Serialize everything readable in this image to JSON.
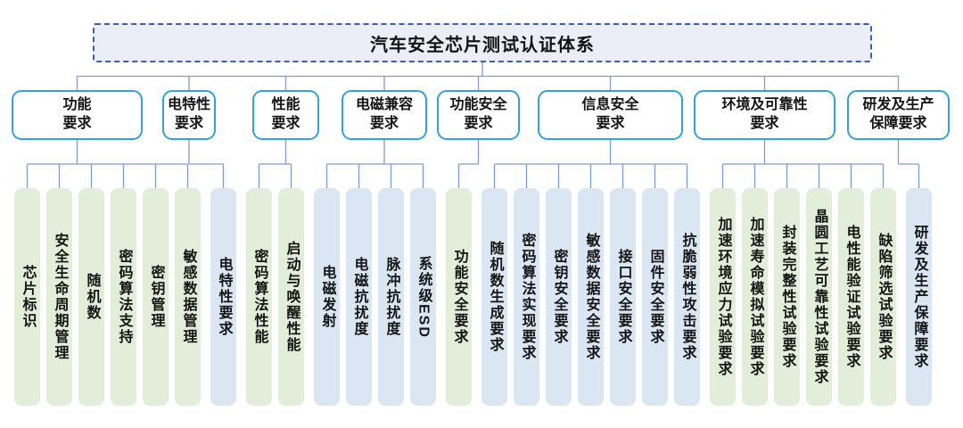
{
  "title": "汽车安全芯片测试认证体系",
  "palette": {
    "title_fill": "#ebedf7",
    "title_border": "#3f5f9e",
    "branch_border": "#35a0d9",
    "leaf_green": "#e3eeda",
    "leaf_blue": "#dbe6f3",
    "connector": "#7f9ccb"
  },
  "groups": [
    {
      "label_line1": "功能",
      "label_line2": "要求",
      "color": "green",
      "children": [
        "芯片标识",
        "安全生命周期管理",
        "随机数",
        "密码算法支持",
        "密钥管理",
        "敏感数据管理"
      ]
    },
    {
      "label_line1": "电特性",
      "label_line2": "要求",
      "color": "blue",
      "children": [
        "电特性要求"
      ]
    },
    {
      "label_line1": "性能",
      "label_line2": "要求",
      "color": "green",
      "children": [
        "密码算法性能",
        "启动与唤醒性能"
      ]
    },
    {
      "label_line1": "电磁兼容",
      "label_line2": "要求",
      "color": "blue",
      "children": [
        "电磁发射",
        "电磁抗扰度",
        "脉冲抗扰度",
        "系统级ESD"
      ]
    },
    {
      "label_line1": "功能安全",
      "label_line2": "要求",
      "color": "green",
      "children": [
        "功能安全要求"
      ]
    },
    {
      "label_line1": "信息安全",
      "label_line2": "要求",
      "color": "blue",
      "children": [
        "随机数生成要求",
        "密码算法实现要求",
        "密钥安全要求",
        "敏感数据安全要求",
        "接口安全要求",
        "固件安全要求",
        "抗脆弱性攻击要求"
      ]
    },
    {
      "label_line1": "环境及可靠性",
      "label_line2": "要求",
      "color": "green",
      "children": [
        "加速环境应力试验要求",
        "加速寿命模拟试验要求",
        "封装完整性试验要求",
        "晶圆工艺可靠性试验要求",
        "电性能验证试验要求",
        "缺陷筛选试验要求"
      ]
    },
    {
      "label_line1": "研发及生产",
      "label_line2": "保障要求",
      "color": "blue",
      "children": [
        "研发及生产保障要求"
      ]
    }
  ]
}
